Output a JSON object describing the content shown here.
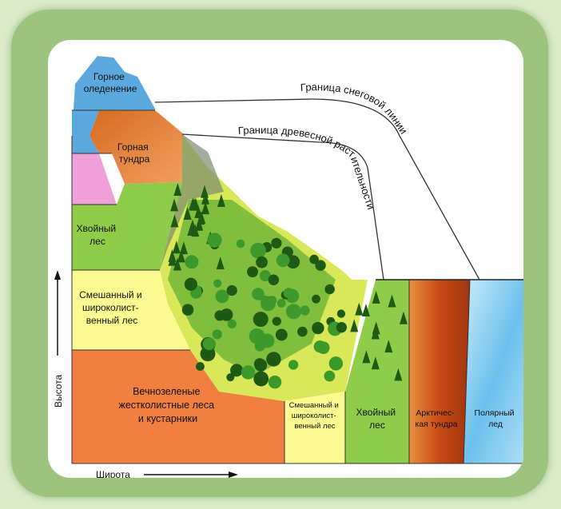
{
  "labels": {
    "snow_line": "Граница снеговой линии",
    "tree_line": "Граница древесной растительности",
    "altitude_axis": "Высота",
    "latitude_axis": "Широта"
  },
  "mountain_zones": {
    "glaciation": [
      "Горное",
      "оледенение"
    ],
    "tundra": [
      "Горная",
      "тундра"
    ],
    "coniferous": [
      "Хвойный",
      "лес"
    ],
    "mixed": [
      "Смешанный и",
      "широколист-",
      "венный лес"
    ],
    "evergreen": [
      "Вечнозеленые",
      "жестколистные леса",
      "и кустарники"
    ]
  },
  "latitude_zones": {
    "mixed": [
      "Смешанный и",
      "широколист-",
      "венный лес"
    ],
    "coniferous": [
      "Хвойный",
      "лес"
    ],
    "arctic_tundra": [
      "Арктичес-",
      "кая тундра"
    ],
    "polar_ice": [
      "Полярный",
      "лед"
    ]
  },
  "colors": {
    "glaciation": "#5aa8de",
    "mountain_tundra": "#e07a2c",
    "pink_zone": "#f0a0d8",
    "coniferous": "#8fcc4a",
    "mixed": "#fafa90",
    "evergreen": "#f08040",
    "arctic_tundra": "#c84a14",
    "polar_ice": "#9ad4f0",
    "forest_dark": "#1e5a14",
    "forest_light": "#3d9a2a"
  }
}
